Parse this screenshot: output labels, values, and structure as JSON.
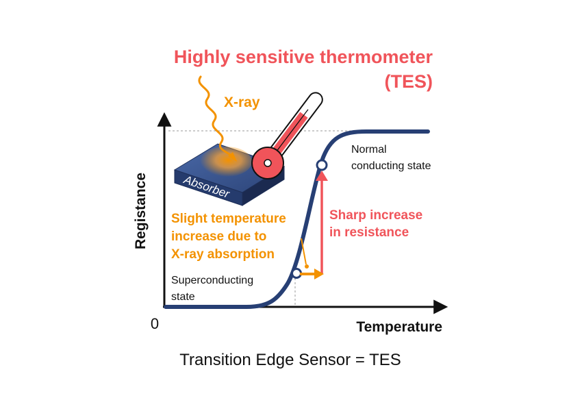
{
  "title": {
    "line1": "Highly sensitive thermometer",
    "line2": "(TES)"
  },
  "xray_label": "X-ray",
  "absorber_label": "Absorber",
  "axes": {
    "y_label": "Registance",
    "x_label": "Temperature",
    "origin_label": "0"
  },
  "states": {
    "normal_line1": "Normal",
    "normal_line2": "conducting state",
    "super_line1": "Superconducting",
    "super_line2": "state"
  },
  "annotations": {
    "resistance_line1": "Sharp increase",
    "resistance_line2": "in resistance",
    "temp_line1": "Slight temperature",
    "temp_line2": "increase due to",
    "temp_line3": "X-ray absorption"
  },
  "caption": "Transition Edge Sensor = TES",
  "colors": {
    "title_red": "#f0545a",
    "xray_orange": "#f39200",
    "curve_navy": "#273f74",
    "axis": "#111111",
    "absorber_top": "#3e5a95",
    "absorber_side": "#1e2f58"
  }
}
